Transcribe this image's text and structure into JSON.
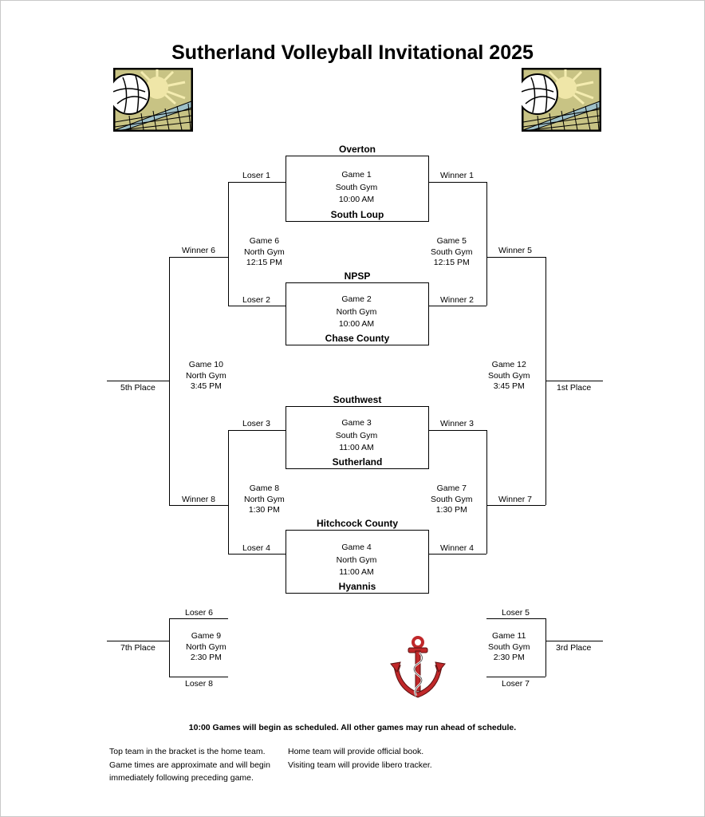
{
  "title": "Sutherland Volleyball Invitational 2025",
  "teams": {
    "t1": "Overton",
    "t2": "South Loup",
    "t3": "NPSP",
    "t4": "Chase County",
    "t5": "Southwest",
    "t6": "Sutherland",
    "t7": "Hitchcock County",
    "t8": "Hyannis"
  },
  "games": {
    "g1": {
      "name": "Game 1",
      "gym": "South Gym",
      "time": "10:00 AM"
    },
    "g2": {
      "name": "Game 2",
      "gym": "North Gym",
      "time": "10:00 AM"
    },
    "g3": {
      "name": "Game 3",
      "gym": "South Gym",
      "time": "11:00 AM"
    },
    "g4": {
      "name": "Game 4",
      "gym": "North Gym",
      "time": "11:00 AM"
    },
    "g5": {
      "name": "Game 5",
      "gym": "South Gym",
      "time": "12:15 PM"
    },
    "g6": {
      "name": "Game 6",
      "gym": "North Gym",
      "time": "12:15 PM"
    },
    "g7": {
      "name": "Game 7",
      "gym": "South Gym",
      "time": "1:30 PM"
    },
    "g8": {
      "name": "Game 8",
      "gym": "North Gym",
      "time": "1:30 PM"
    },
    "g9": {
      "name": "Game 9",
      "gym": "North Gym",
      "time": "2:30 PM"
    },
    "g10": {
      "name": "Game 10",
      "gym": "North Gym",
      "time": "3:45 PM"
    },
    "g11": {
      "name": "Game 11",
      "gym": "South Gym",
      "time": "2:30 PM"
    },
    "g12": {
      "name": "Game 12",
      "gym": "South Gym",
      "time": "3:45 PM"
    }
  },
  "labels": {
    "loser1": "Loser 1",
    "loser2": "Loser 2",
    "loser3": "Loser 3",
    "loser4": "Loser 4",
    "winner1": "Winner 1",
    "winner2": "Winner 2",
    "winner3": "Winner 3",
    "winner4": "Winner 4",
    "winner5": "Winner 5",
    "winner6": "Winner 6",
    "winner7": "Winner 7",
    "winner8": "Winner 8",
    "loser5": "Loser 5",
    "loser6": "Loser 6",
    "loser7": "Loser 7",
    "loser8": "Loser 8",
    "place1": "1st Place",
    "place3": "3rd Place",
    "place5": "5th Place",
    "place7": "7th Place"
  },
  "notes": {
    "schedule": "10:00 Games will begin as scheduled. All other games may run ahead of schedule.",
    "left1": "Top team in the bracket is the home team.",
    "left2": "Game times are approximate and will begin",
    "left3": "immediately following preceding game.",
    "right1": "Home team will provide official book.",
    "right2": "Visiting team will provide libero tracker."
  },
  "icons": {
    "corner_art": "volleyball-net-clipart",
    "logo": "anchor-logo"
  },
  "colors": {
    "art_bg": "#c8c384",
    "art_sun": "#e8e0a0",
    "anchor": "#c0282a"
  }
}
